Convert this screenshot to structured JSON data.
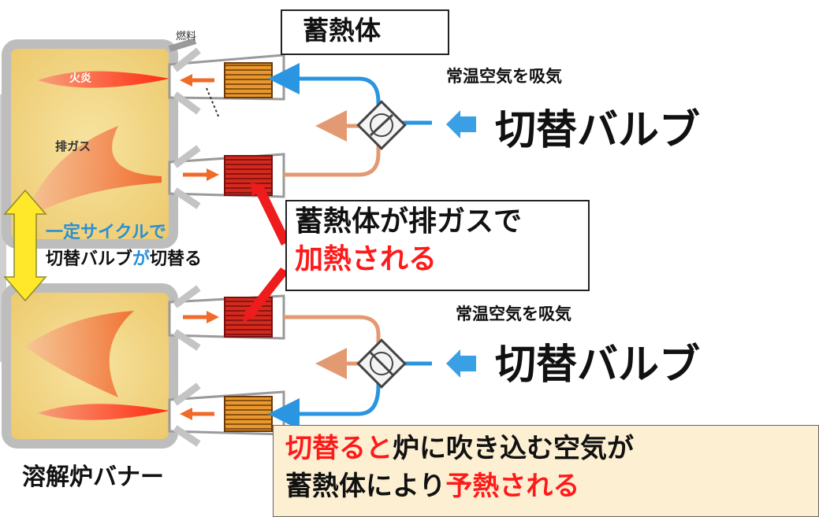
{
  "labels": {
    "fuel": "燃料",
    "flame": "火炎",
    "exhaust": "排ガス",
    "regenerator_title": "蓄熱体",
    "intake_top": "常温空気を吸気",
    "valve_top": "切替バルブ",
    "intake_bottom": "常温空気を吸気",
    "valve_bottom": "切替バルブ",
    "cycle_line1": "一定サイクルで",
    "cycle_line2_a": "切替バルブ",
    "cycle_line2_b": "が",
    "cycle_line2_c": "切替る",
    "heated_line1": "蓄熱体が排ガスで",
    "heated_line2": "加熱される",
    "bottom_line1_a": "切替ると",
    "bottom_line1_b": "炉に吹き込む空気が",
    "bottom_line2_a": "蓄熱体により",
    "bottom_line2_b": "予熱される",
    "furnace": "溶解炉バナー"
  },
  "colors": {
    "furnace_fill": "#f2d98a",
    "furnace_border": "#b9b9b9",
    "flame": "#e8412a",
    "cool_air": "#2a95e0",
    "hot_air": "#e39a72",
    "cool_regenerator": "#e08a1e",
    "hot_regenerator": "#d42a1e",
    "cycle_arrow": "#ffe82a",
    "note_box": "#fdefd2",
    "accent_red": "#ff1a1a",
    "accent_blue": "#2a8fd6"
  }
}
